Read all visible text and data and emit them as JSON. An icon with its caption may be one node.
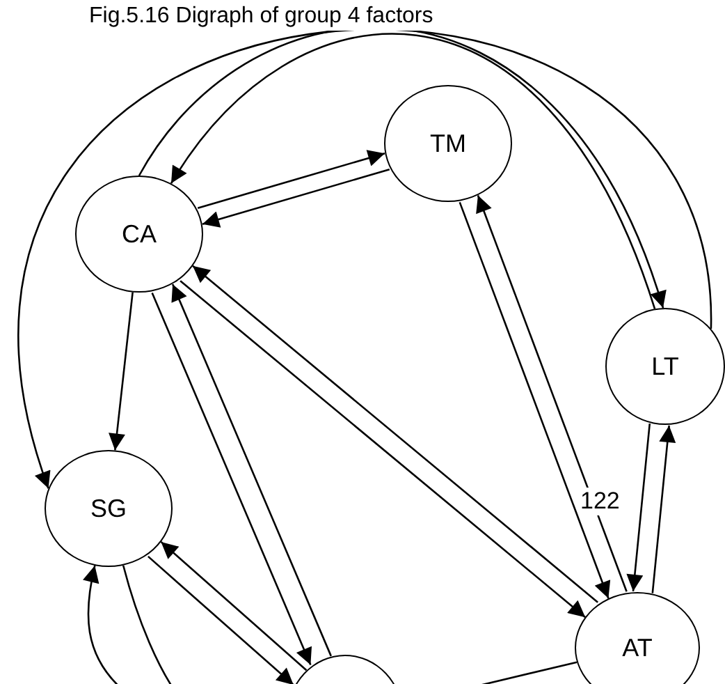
{
  "diagram": {
    "title": "Fig.5.16 Digraph of group 4 factors",
    "nodes": [
      {
        "text": [
          "CA"
        ]
      },
      {
        "text": [
          "TM"
        ]
      },
      {
        "text": [
          "LT"
        ]
      },
      {
        "text": [
          "SG"
        ]
      },
      {
        "text": [
          "AT"
        ]
      },
      {
        "text": [],
        "shape": "circle"
      }
    ],
    "edges": [
      {
        "from": 0,
        "to": 1,
        "arrow": "to"
      },
      {
        "from": 1,
        "to": 0,
        "arrow": "to"
      },
      {
        "from": 2,
        "to": 0,
        "arrow": "to"
      },
      {
        "from": 0,
        "to": 2,
        "arrow": "to"
      },
      {
        "from": 2,
        "to": 3,
        "arrow": "to"
      },
      {
        "from": 0,
        "to": 3,
        "arrow": "to"
      },
      {
        "from": 0,
        "to": 4,
        "arrow": "to"
      },
      {
        "from": 4,
        "to": 0,
        "arrow": "to"
      },
      {
        "from": 1,
        "to": 4,
        "arrow": "to",
        "label": "122"
      },
      {
        "from": 4,
        "to": 1,
        "arrow": "to"
      },
      {
        "from": 2,
        "to": 4,
        "arrow": "to"
      },
      {
        "from": 4,
        "to": 2,
        "arrow": "to"
      },
      {
        "from": 5,
        "to": 0,
        "arrow": "to"
      },
      {
        "from": 0,
        "to": 5,
        "arrow": "to"
      },
      {
        "from": 3,
        "to": 5,
        "arrow": "to"
      },
      {
        "from": 5,
        "to": 3,
        "arrow": "to"
      },
      {
        "from": null,
        "to": 3,
        "arrow": "to"
      },
      {
        "from": 3,
        "to": null,
        "arrow": "none"
      },
      {
        "from": 4,
        "to": 5,
        "arrow": "none"
      }
    ]
  }
}
